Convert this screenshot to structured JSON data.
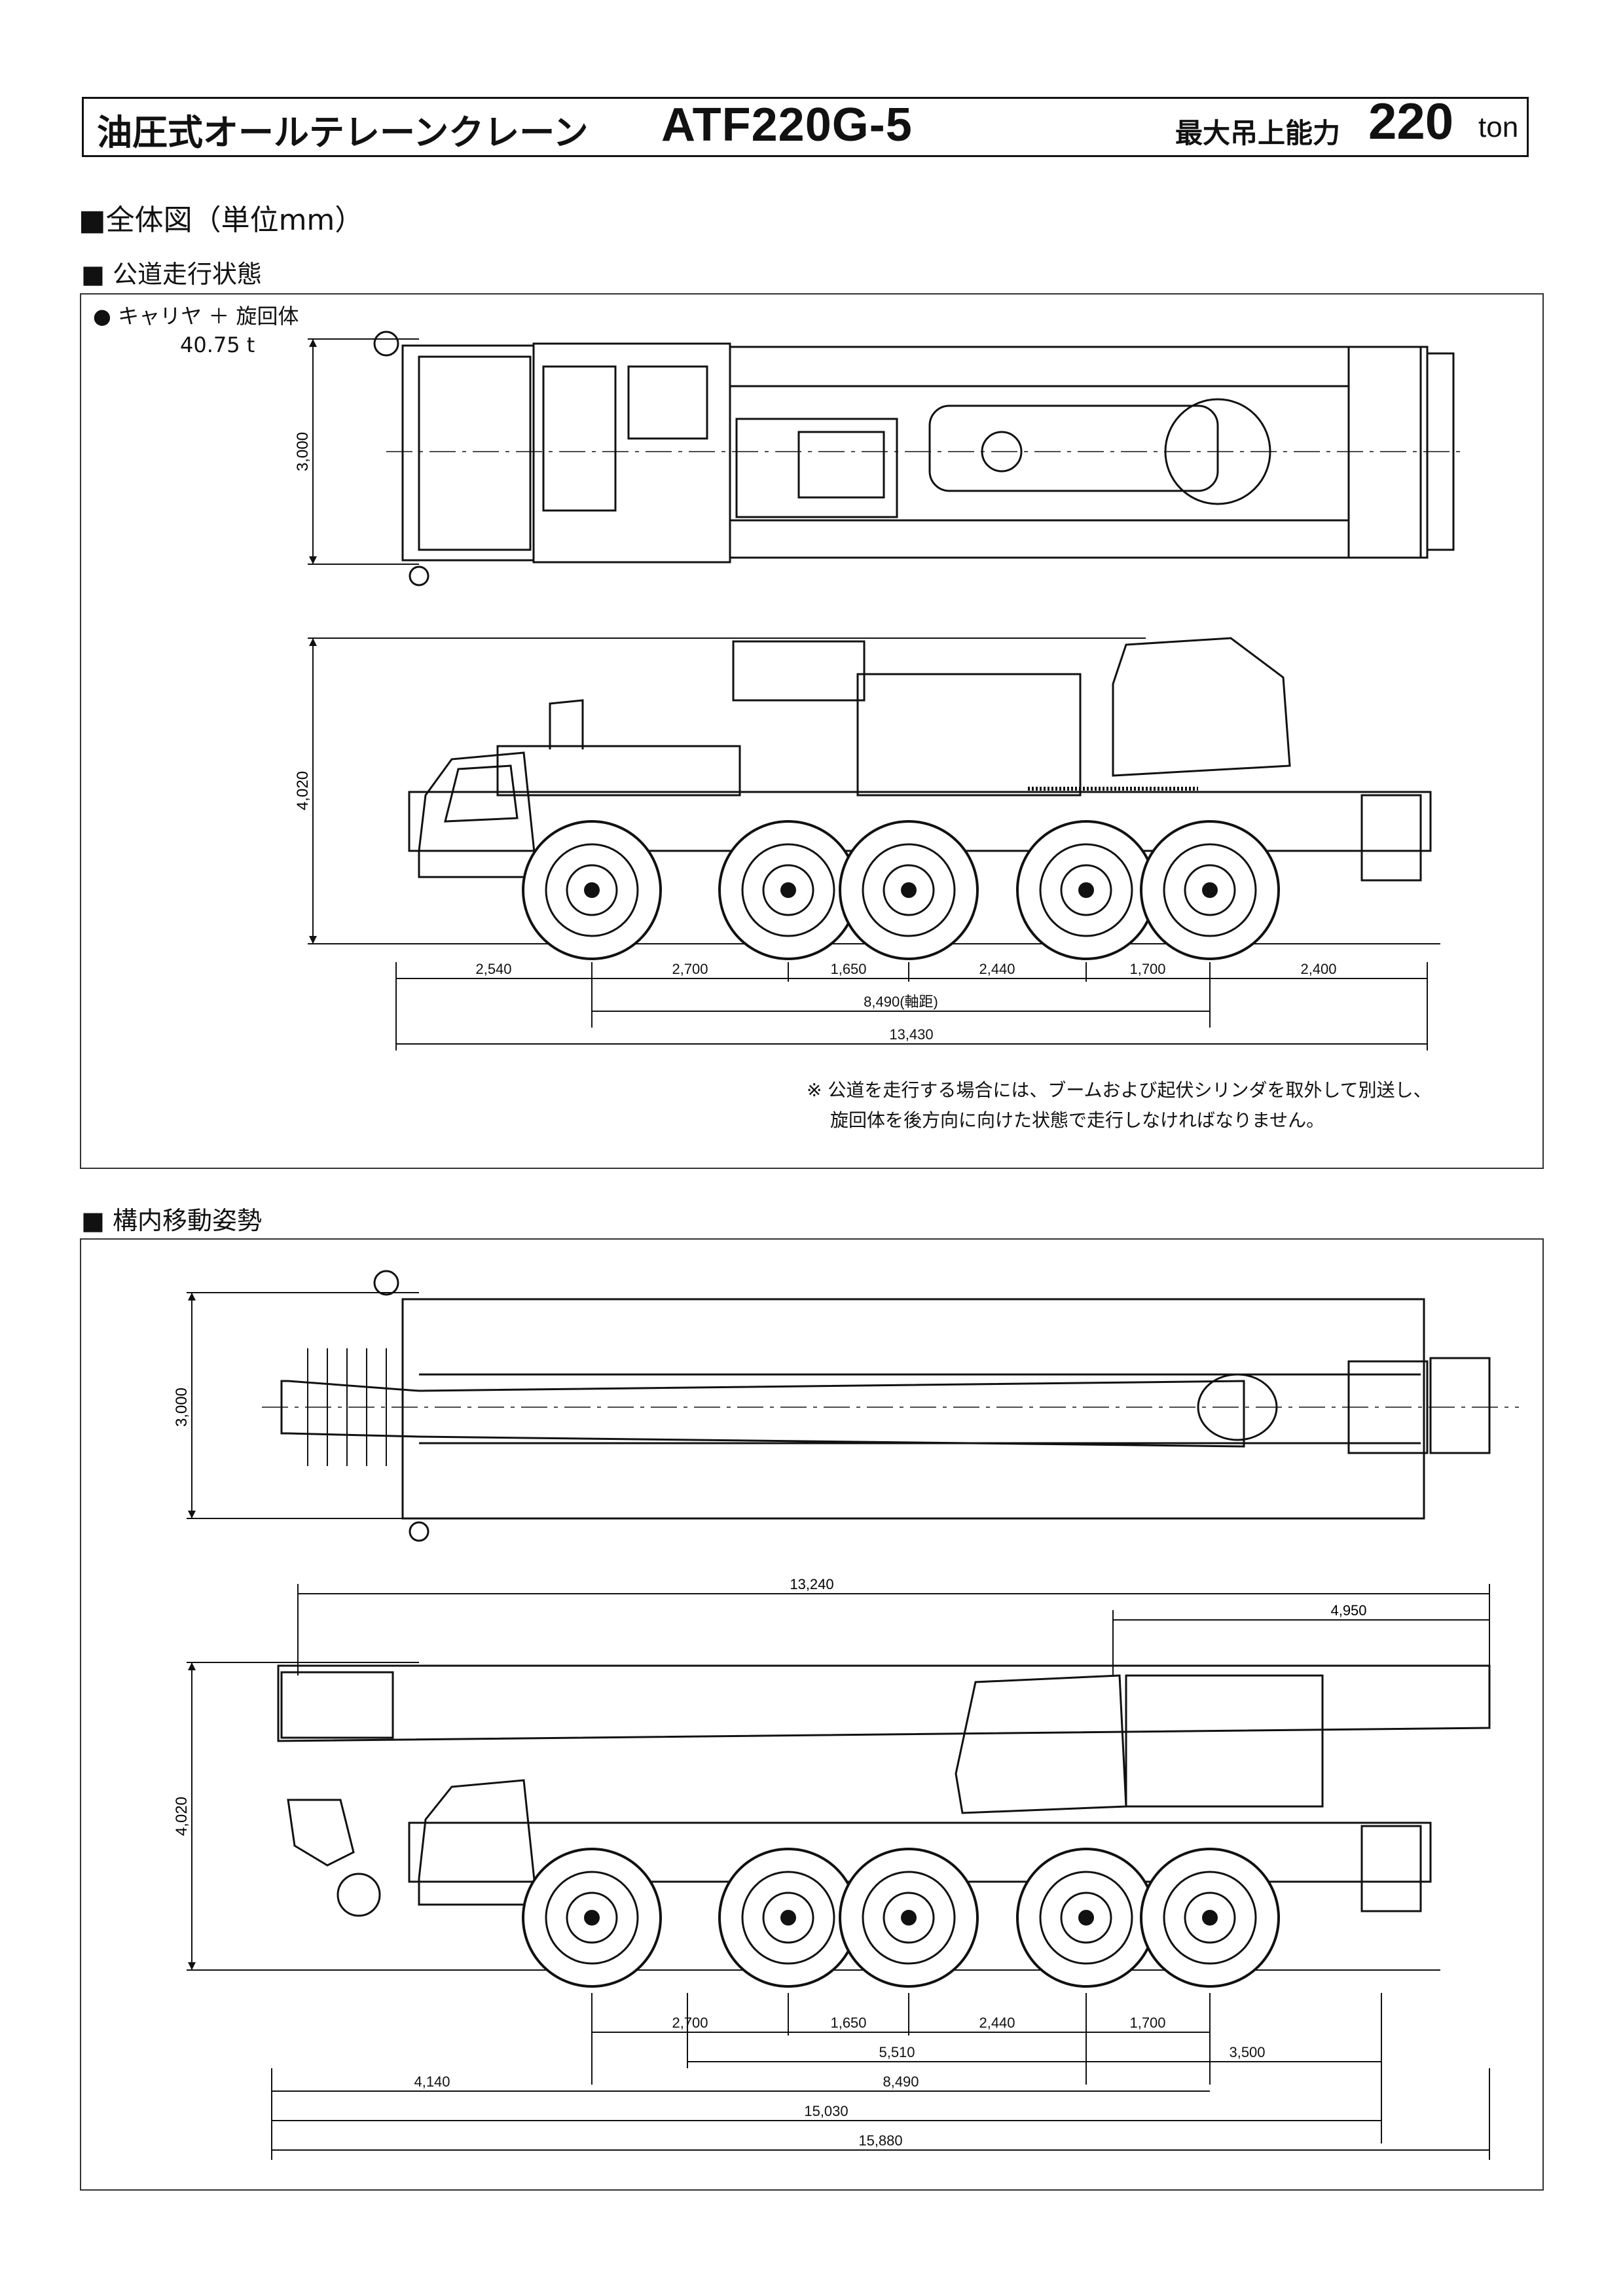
{
  "header": {
    "type_label": "油圧式オールテレーンクレーン",
    "model": "ATF220G-5",
    "capacity_label": "最大吊上能力",
    "capacity_value": "220",
    "capacity_unit": "ton"
  },
  "general_title": "■全体図（単位mm）",
  "section_road": {
    "title": "■ 公道走行状態",
    "config_label": "● キャリヤ ＋ 旋回体",
    "weight": "40.75 t",
    "top_width": "3,000",
    "side_height": "4,020",
    "dims": {
      "d1": "2,540",
      "d2": "2,700",
      "d3": "1,650",
      "d4": "2,440",
      "d5": "1,700",
      "d6": "2,400",
      "wheelbase": "8,490(軸距)",
      "total": "13,430"
    },
    "note_line1": "※ 公道を走行する場合には、ブームおよび起伏シリンダを取外して別送し、",
    "note_line2": "旋回体を後方向に向けた状態で走行しなければなりません。"
  },
  "section_site": {
    "title": "■ 構内移動姿勢",
    "top_width": "3,000",
    "side_height": "4,020",
    "dims": {
      "top_overall": "13,240",
      "top_rear": "4,950",
      "a1": "2,700",
      "a2": "1,650",
      "a3": "2,440",
      "a4": "1,700",
      "b1": "5,510",
      "b2": "3,500",
      "c1": "4,140",
      "c2": "8,490",
      "d1": "15,030",
      "e1": "15,880"
    }
  }
}
